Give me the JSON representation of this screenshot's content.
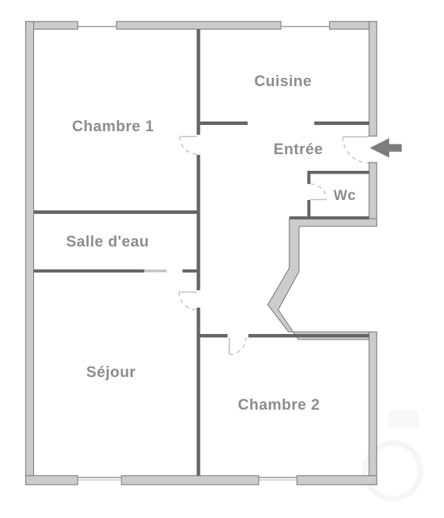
{
  "floorplan": {
    "rooms": [
      {
        "id": "chambre-1",
        "label": "Chambre 1"
      },
      {
        "id": "cuisine",
        "label": "Cuisine"
      },
      {
        "id": "entree",
        "label": "Entrée"
      },
      {
        "id": "wc",
        "label": "Wc"
      },
      {
        "id": "salle-deau",
        "label": "Salle d'eau"
      },
      {
        "id": "sejour",
        "label": "Séjour"
      },
      {
        "id": "chambre-2",
        "label": "Chambre 2"
      }
    ],
    "entrance": {
      "arrow_direction": "left"
    },
    "colors": {
      "background": "#ffffff",
      "wall_exterior_fill": "#cccccc",
      "wall_outline": "#717171",
      "wall_interior": "#666666",
      "sliding_door": "#c6c6c6",
      "window_line": "#999999",
      "window_line_light": "#b5b5b5",
      "door_symbol": "#b9b9b9",
      "door_arc": "#c4c4c4",
      "label_text": "#8d8d8d",
      "entrance_arrow": "#7d7d7d"
    }
  }
}
